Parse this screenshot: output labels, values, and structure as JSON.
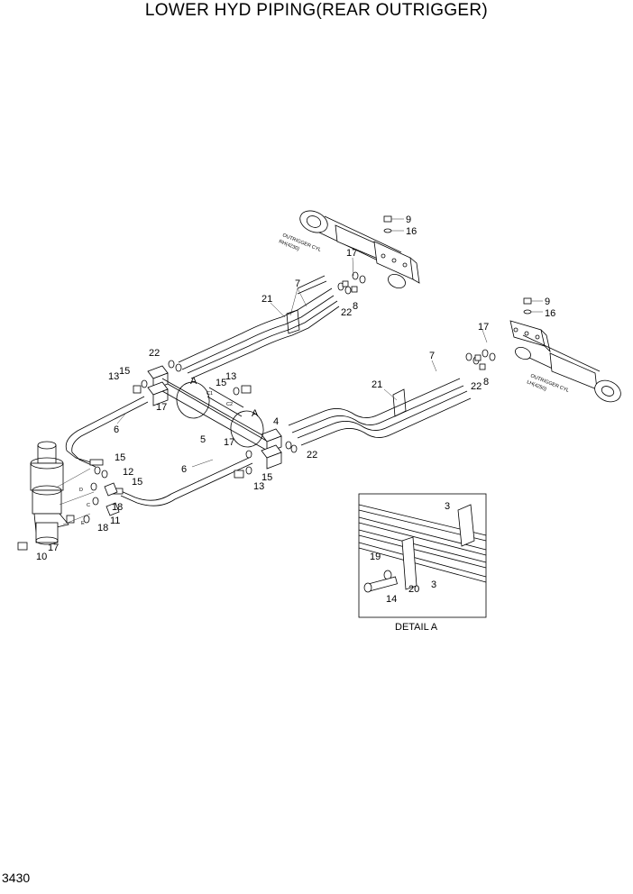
{
  "title": "LOWER HYD PIPING(REAR OUTRIGGER)",
  "page_number": "3430",
  "detail_caption": "DETAIL  A",
  "section_marks": [
    "A",
    "A"
  ],
  "cylinder_labels": {
    "rh": [
      "OUTRIGGER CYL",
      "RH(4230)"
    ],
    "lh": [
      "OUTRIGGER CYL",
      "LH(4250)"
    ]
  },
  "port_labels": [
    "C1",
    "C2",
    "D",
    "C",
    "E"
  ],
  "callouts": {
    "n3a": "3",
    "n3b": "3",
    "n4": "4",
    "n5": "5",
    "n6a": "6",
    "n6b": "6",
    "n7a": "7",
    "n7b": "7",
    "n8a": "8",
    "n8b": "8",
    "n9a": "9",
    "n9b": "9",
    "n10": "10",
    "n11": "11",
    "n12": "12",
    "n13a": "13",
    "n13b": "13",
    "n13c": "13",
    "n14": "14",
    "n15a": "15",
    "n15b": "15",
    "n15c": "15",
    "n15d": "15",
    "n15e": "15",
    "n16a": "16",
    "n16b": "16",
    "n17a": "17",
    "n17b": "17",
    "n17c": "17",
    "n17d": "17",
    "n17e": "17",
    "n18a": "18",
    "n18b": "18",
    "n19": "19",
    "n20": "20",
    "n21a": "21",
    "n21b": "21",
    "n22a": "22",
    "n22b": "22",
    "n22c": "22",
    "n22d": "22"
  }
}
